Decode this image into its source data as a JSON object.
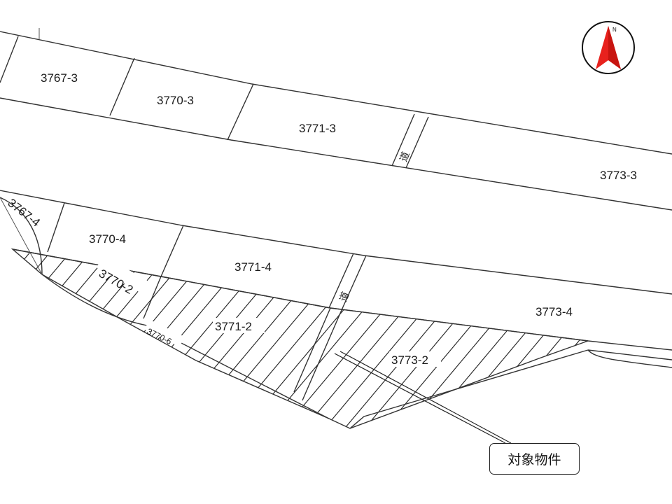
{
  "parcels_upper": [
    {
      "id": "3767-3"
    },
    {
      "id": "3770-3"
    },
    {
      "id": "3771-3"
    },
    {
      "id": "3773-3"
    }
  ],
  "parcels_middle": [
    {
      "id": "3767-4"
    },
    {
      "id": "3770-4"
    },
    {
      "id": "3771-4"
    },
    {
      "id": "3773-4"
    }
  ],
  "parcels_target": [
    {
      "id": "3770-2"
    },
    {
      "id": "3770-6"
    },
    {
      "id": "3771-2"
    },
    {
      "id": "3773-2"
    }
  ],
  "road_label": "道",
  "callout": {
    "label": "対象物件"
  },
  "compass": {
    "label": "N",
    "icon": "north-arrow-icon",
    "color": "#e8211d"
  },
  "hatch_color": "#1a1a1a"
}
